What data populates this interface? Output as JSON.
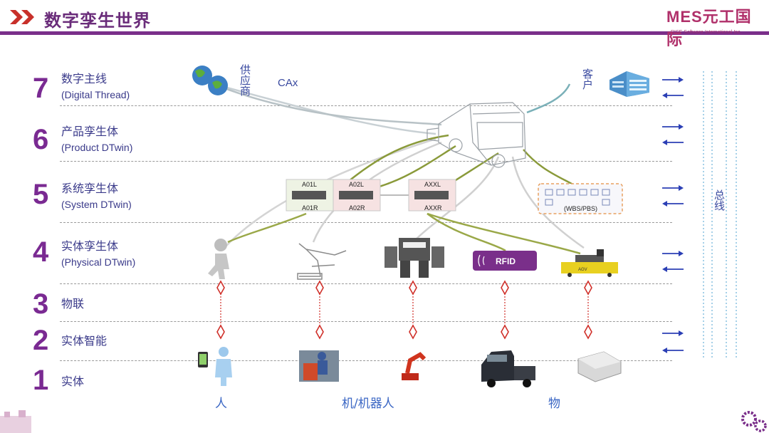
{
  "header": {
    "title": "数字孪生世界",
    "logo_main": "MES元工国际",
    "logo_sub": "RISE Software International Inc."
  },
  "levels": [
    {
      "num": "7",
      "name": "数字主线",
      "sub": "(Digital Thread)"
    },
    {
      "num": "6",
      "name": "产品孪生体",
      "sub": "(Product DTwin)"
    },
    {
      "num": "5",
      "name": "系统孪生体",
      "sub": "(System DTwin)"
    },
    {
      "num": "4",
      "name": "实体孪生体",
      "sub": "(Physical DTwin)"
    },
    {
      "num": "3",
      "name": "物联",
      "sub": ""
    },
    {
      "num": "2",
      "name": "实体智能",
      "sub": ""
    },
    {
      "num": "1",
      "name": "实体",
      "sub": ""
    }
  ],
  "labels": {
    "supplier": "供应商",
    "cax": "CAx",
    "customer": "客户",
    "bus": "总线"
  },
  "modules": [
    {
      "top": "A01L",
      "bottom": "A01R"
    },
    {
      "top": "A02L",
      "bottom": "A02R"
    },
    {
      "top": "AXXL",
      "bottom": "AXXR"
    }
  ],
  "wbs_label": "(WBS/PBS)",
  "rfid_label": "RFID",
  "agv_label": "AGV",
  "bottom_labels": {
    "person": "人",
    "machine": "机/机器人",
    "object": "物"
  },
  "colors": {
    "accent": "#7a2f8a",
    "level_number": "#7a2a92",
    "text_blue": "#3a4aa0",
    "arrow": "#2b3fb5",
    "diamond": "#d0302a",
    "thread_green": "#8a9a3a",
    "thread_gray": "#c8c8c8",
    "thread_teal": "#7ab0b8"
  }
}
